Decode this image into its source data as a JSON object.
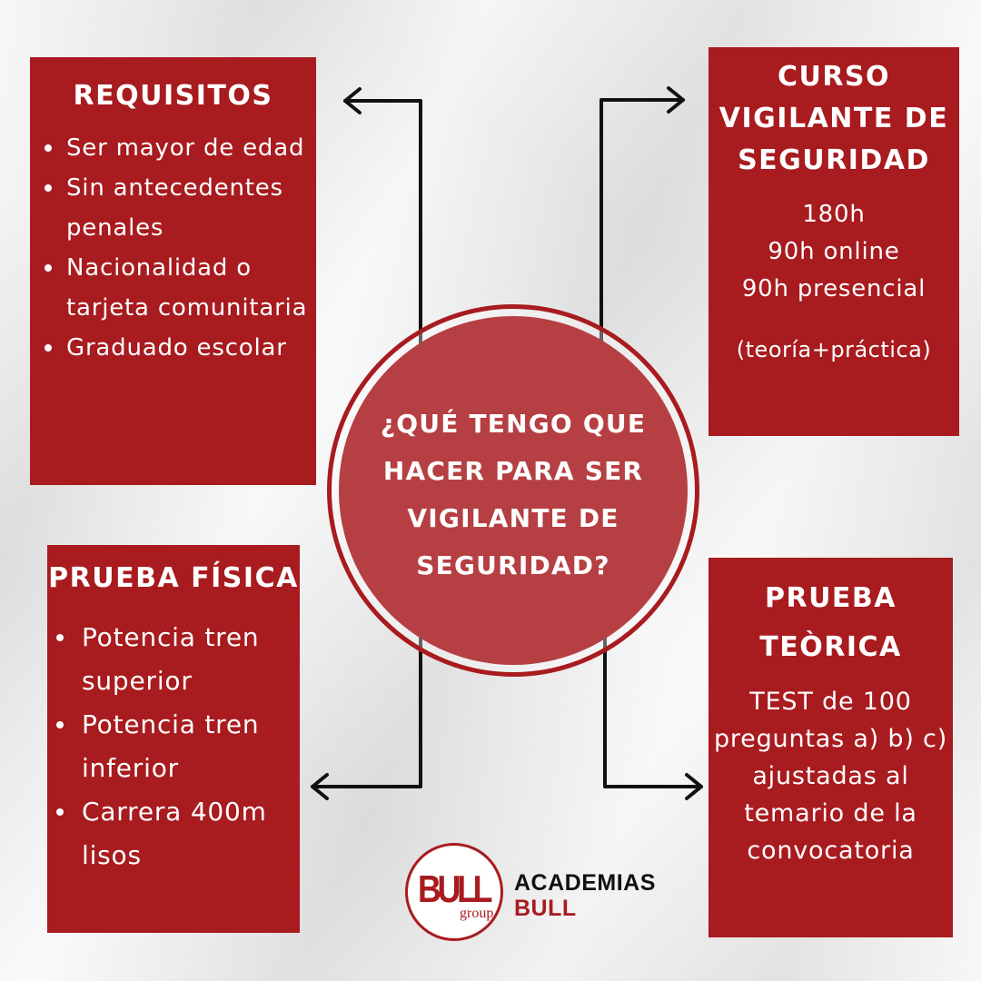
{
  "requisitos": {
    "title": "REQUISITOS",
    "items": [
      "Ser mayor de edad",
      "Sin antecedentes penales",
      "Nacionalidad o tarjeta comunitaria",
      "Graduado escolar"
    ]
  },
  "curso": {
    "title": "CURSO VIGILANTE DE SEGURIDAD",
    "hours": [
      "180h",
      "90h online",
      "90h presencial"
    ],
    "note": "(teoría+práctica)"
  },
  "center": {
    "question": "¿QUÉ TENGO QUE HACER PARA SER VIGILANTE DE SEGURIDAD?"
  },
  "prueba_fisica": {
    "title": "PRUEBA FÍSICA",
    "items": [
      "Potencia tren superior",
      "Potencia tren inferior",
      "Carrera 400m lisos"
    ]
  },
  "prueba_teorica": {
    "title": "PRUEBA TEÒRICA",
    "description": "TEST de 100 preguntas a) b) c) ajustadas al temario de la convocatoria"
  },
  "logo": {
    "mark": "BULL",
    "sub": "group",
    "line1": "ACADEMIAS",
    "line2": "BULL"
  },
  "colors": {
    "box_red": "#a81b1f",
    "circle_red": "#b53f42",
    "arrow": "#111111"
  }
}
